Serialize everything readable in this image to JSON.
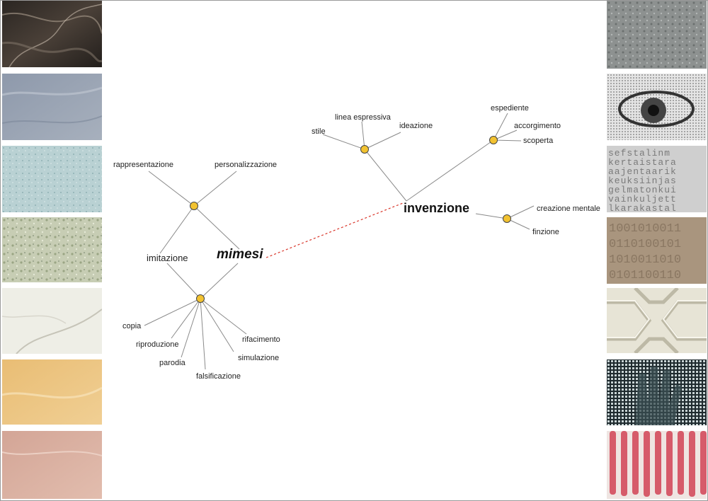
{
  "diagram": {
    "mimesi": {
      "title": "mimesi",
      "branches": {
        "imitazione": "imitazione",
        "rappresentazione": "rappresentazione",
        "personalizzazione": "personalizzazione",
        "copia": "copia",
        "riproduzione": "riproduzione",
        "parodia": "parodia",
        "falsificazione": "falsificazione",
        "simulazione": "simulazione",
        "rifacimento": "rifacimento"
      }
    },
    "invenzione": {
      "title": "invenzione",
      "branches": {
        "stile": "stile",
        "linea_espressiva": "linea espressiva",
        "ideazione": "ideazione",
        "espediente": "espediente",
        "accorgimento": "accorgimento",
        "scoperta": "scoperta",
        "creazione_mentale": "creazione mentale",
        "finzione": "finzione"
      }
    },
    "colors": {
      "node_fill": "#f2c230",
      "node_stroke": "#444444",
      "line": "#8a8a8a",
      "link_dashed": "#d9362b"
    }
  },
  "left_textures": [
    "dark-marble",
    "blue-grey-stone",
    "pale-teal-granite",
    "green-speckled-stone",
    "white-marble",
    "yellow-marble",
    "pink-marble"
  ],
  "right_textures": [
    "grey-rough-stone",
    "halftone-eye",
    "engraved-letters",
    "binary-code-relief",
    "white-interlace-relief",
    "pixel-hand",
    "red-rods"
  ],
  "right_textures_text": {
    "engraved_letters_rows": [
      "sefstalinm",
      "kertaistara",
      "aajentaarik",
      "keuksiinjas",
      "gelmatonkui",
      "vainkuljett",
      "lkarakastal"
    ],
    "binary_rows": [
      "1001010011",
      "0110100101",
      "1010011010",
      "0101100110"
    ]
  }
}
